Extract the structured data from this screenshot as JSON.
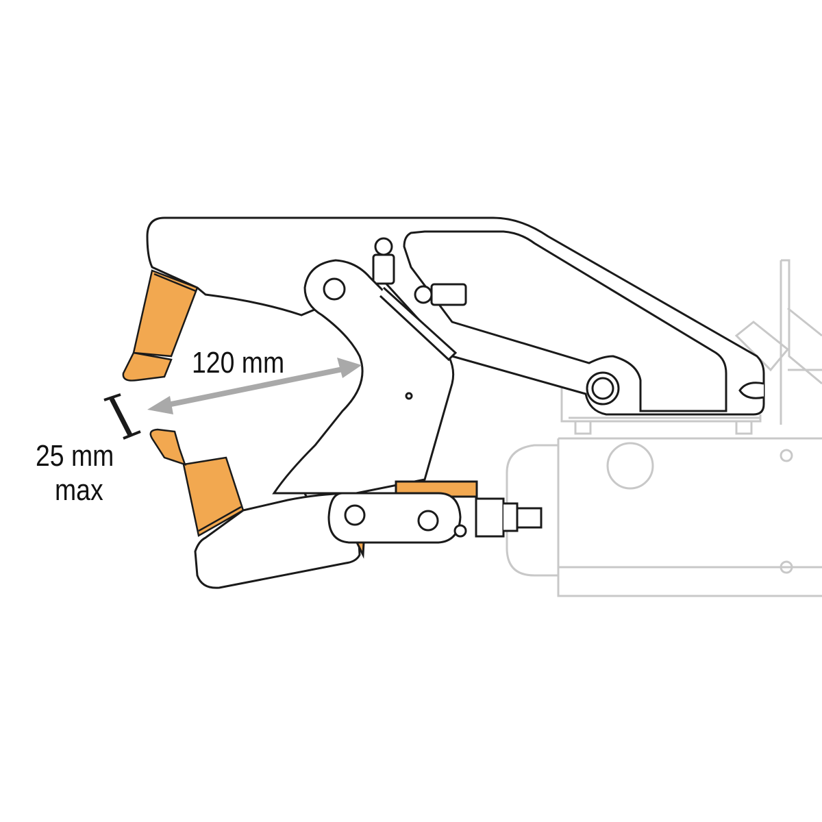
{
  "labels": {
    "opening": "120 mm",
    "gap_value": "25 mm",
    "gap_suffix": "max"
  },
  "colors": {
    "electrode": "#F2A850",
    "outline": "#1a1a1a",
    "faded_outline": "#c8c8c8",
    "dimension_arrow": "#a9a9a9",
    "gap_marker": "#1a1a1a"
  }
}
